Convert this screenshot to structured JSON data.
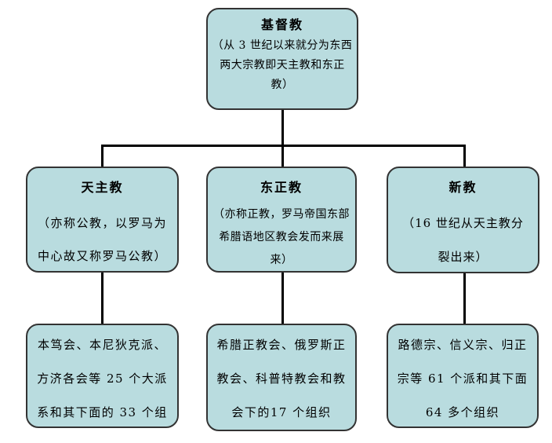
{
  "colors": {
    "box_fill": "#b9dcdf",
    "box_border": "#333333",
    "line_color": "#000000",
    "text_color": "#000000",
    "page_bg": "#ffffff"
  },
  "nodes": {
    "root": {
      "title": "基督教",
      "lines": [
        "（从 3 世纪以来就分为东西",
        "两大宗教即天主教和东正",
        "教）"
      ]
    },
    "catholic": {
      "title": "天主教",
      "lines": [
        "（亦称公教，以罗马为",
        "中心故又称罗马公教）"
      ]
    },
    "orthodox": {
      "title": "东正教",
      "lines": [
        "（亦称正教，罗马帝国东部",
        "希腊语地区教会发而来展",
        "来）"
      ]
    },
    "protestant": {
      "title": "新教",
      "lines": [
        "（16 世纪从天主教分",
        "裂出来）"
      ]
    },
    "catholic_child": {
      "lines": [
        "本笃会、本尼狄克派、",
        "方济各会等 25 个大派",
        "系和其下面的 33 个组"
      ]
    },
    "orthodox_child": {
      "lines": [
        "希腊正教会、俄罗斯正",
        "教会、科普特教会和教",
        "会下的17 个组织"
      ]
    },
    "protestant_child": {
      "lines": [
        "路德宗、信义宗、归正",
        "宗等 61 个派和其下面",
        "64 多个组织"
      ]
    }
  }
}
